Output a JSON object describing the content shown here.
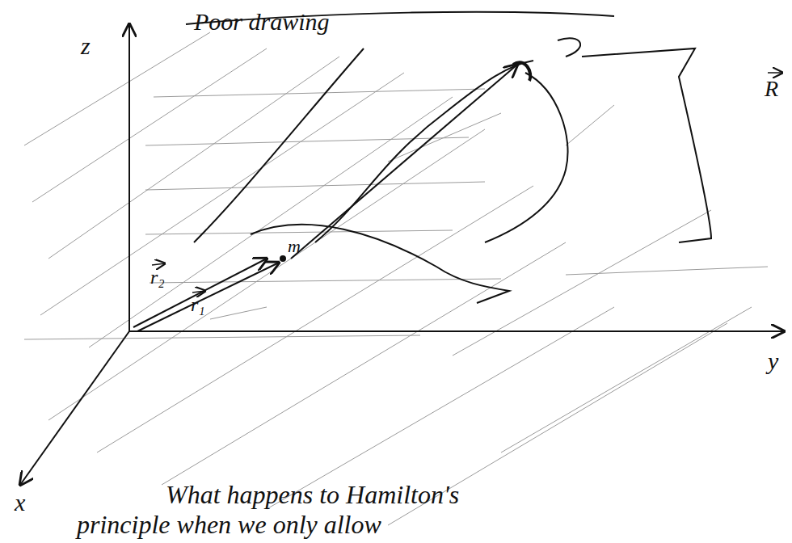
{
  "diagram": {
    "labels": [
      "Poor drawing",
      "z",
      "y",
      "x",
      "r₂",
      "r₁",
      "m",
      "R",
      "What happens to Hamilton's principle when we only allow"
    ]
  }
}
